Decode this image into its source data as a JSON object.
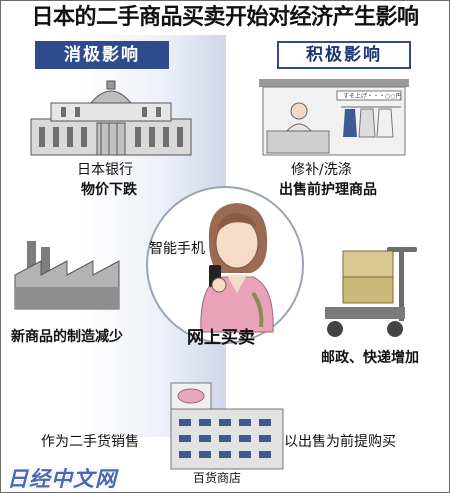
{
  "title": "日本的二手商品买卖开始对经济产生影响",
  "negative": {
    "heading": "消极影响",
    "bank_label": "日本银行",
    "bank_effect": "物价下跌",
    "factory_effect": "新商品的制造减少",
    "used_seller": "作为二手货销售"
  },
  "positive": {
    "heading": "积极影响",
    "repair_label": "修补/洗涤",
    "repair_effect": "出售前护理商品",
    "delivery_effect": "邮政、快递增加",
    "buy_effect": "以出售为前提购买"
  },
  "center": {
    "phone_label": "智能手机",
    "main_label": "网上买卖"
  },
  "store_label": "百货商店",
  "shop_sign": "すそ上げ・・・○○円",
  "watermark": "日经中文网",
  "colors": {
    "accent": "#2e4c8d",
    "panel_tint": "#cfd7e9"
  }
}
